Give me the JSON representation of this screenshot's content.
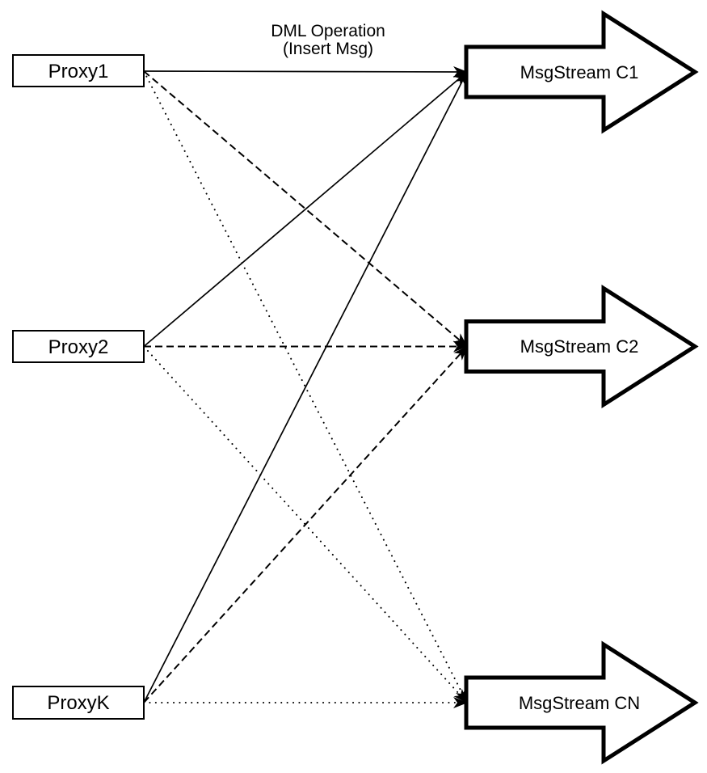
{
  "diagram": {
    "background": "#ffffff",
    "stroke_color": "#000000",
    "fill_color": "#ffffff",
    "title": {
      "line1": "DML Operation",
      "line2": "(Insert Msg)"
    },
    "proxies": [
      {
        "id": "proxy1",
        "label": "Proxy1"
      },
      {
        "id": "proxy2",
        "label": "Proxy2"
      },
      {
        "id": "proxyk",
        "label": "ProxyK"
      }
    ],
    "streams": [
      {
        "id": "c1",
        "label": "MsgStream C1"
      },
      {
        "id": "c2",
        "label": "MsgStream C2"
      },
      {
        "id": "cn",
        "label": "MsgStream CN"
      }
    ],
    "edges": [
      {
        "from": "proxy1",
        "to": "c1",
        "style": "solid"
      },
      {
        "from": "proxy1",
        "to": "c2",
        "style": "dashed"
      },
      {
        "from": "proxy1",
        "to": "cn",
        "style": "dotted"
      },
      {
        "from": "proxy2",
        "to": "c1",
        "style": "solid"
      },
      {
        "from": "proxy2",
        "to": "c2",
        "style": "dashed"
      },
      {
        "from": "proxy2",
        "to": "cn",
        "style": "dotted"
      },
      {
        "from": "proxyk",
        "to": "c1",
        "style": "solid"
      },
      {
        "from": "proxyk",
        "to": "c2",
        "style": "dashed"
      },
      {
        "from": "proxyk",
        "to": "cn",
        "style": "dotted"
      }
    ]
  }
}
